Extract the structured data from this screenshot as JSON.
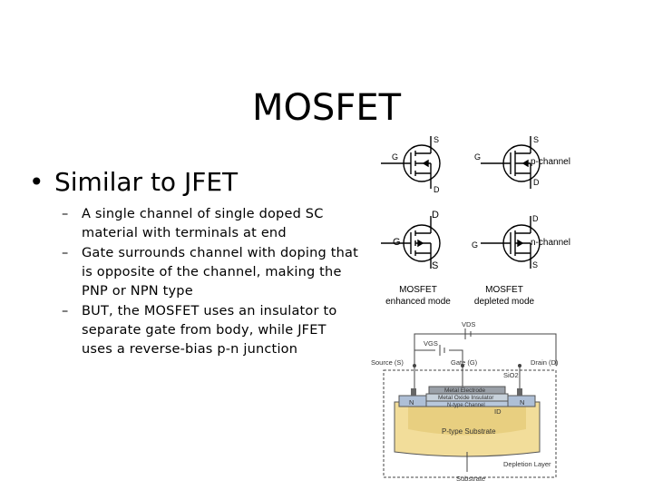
{
  "title": "MOSFET",
  "bullet": "Similar to JFET",
  "subbullets": [
    "A single channel of single doped SC material with terminals at end",
    "Gate surrounds channel with doping that is opposite of the channel, making the PNP or NPN type",
    "BUT, the MOSFET uses an insulator to separate gate from body, while JFET uses a reverse-bias p-n junction"
  ],
  "symbols": {
    "p_label": "p-channel",
    "n_label": "n-channel",
    "terminals": {
      "s": "S",
      "g": "G",
      "d": "D"
    },
    "caption_enhanced": "MOSFET\nenhanced mode",
    "caption_depleted": "MOSFET\ndepleted mode"
  },
  "cross_section": {
    "vds": "VDS",
    "vgs": "VGS",
    "source": "Source (S)",
    "gate": "Gate (G)",
    "drain": "Drain (D)",
    "sio2": "SiO2",
    "metal_electrode": "Metal Electrode",
    "oxide": "Metal Oxide Insulator",
    "channel": "N-type Channel",
    "id": "ID",
    "n_left": "N",
    "n_right": "N",
    "substrate_region": "P-type Substrate",
    "substrate": "Substrate",
    "depletion": "Depletion Layer"
  },
  "colors": {
    "p_substrate": "#f2dd9a",
    "n_region": "#aebfd6",
    "electrode": "#9aa0a8",
    "oxide": "#c8d2dc",
    "channel": "#b8c8dc"
  }
}
